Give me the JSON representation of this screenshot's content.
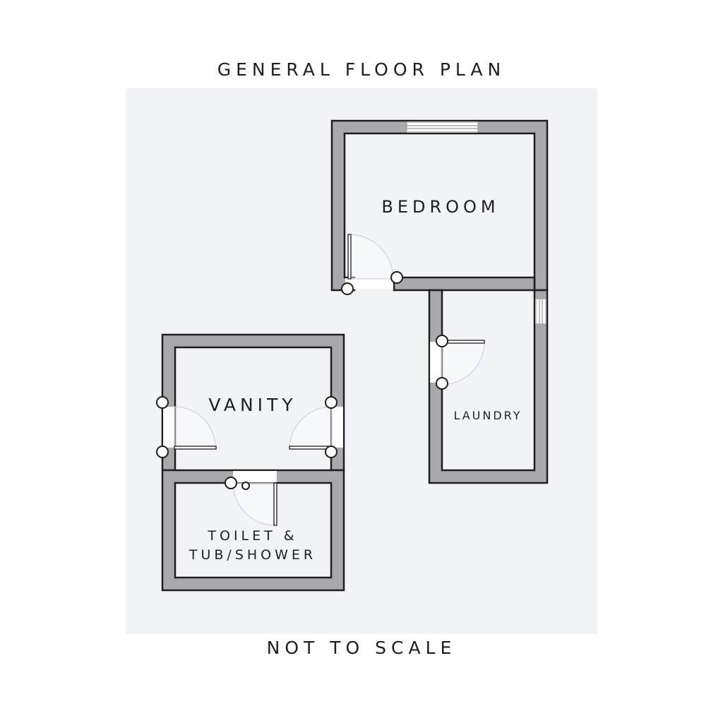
{
  "title": "GENERAL FLOOR PLAN",
  "footer": "NOT TO SCALE",
  "rooms": {
    "bedroom": "BEDROOM",
    "laundry": "LAUNDRY",
    "vanity": "VANITY",
    "bath_line1": "TOILET &",
    "bath_line2": "TUB/SHOWER"
  },
  "colors": {
    "background": "#f1f3f7",
    "wall_fill": "#a9a9ad",
    "wall_stroke": "#1e1e1e",
    "text": "#1f1f1f"
  }
}
